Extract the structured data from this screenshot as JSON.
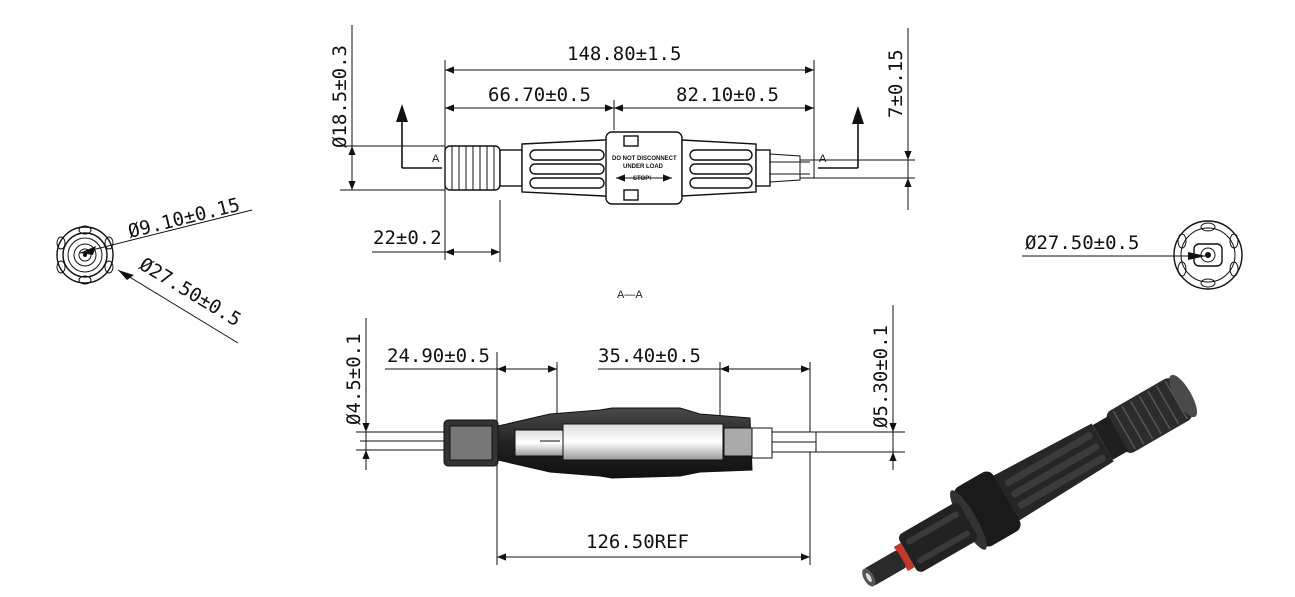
{
  "top_view": {
    "overall_length": "148.80±1.5",
    "left_length": "66.70±0.5",
    "right_length": "82.10±0.5",
    "diameter": "Ø18.5±0.3",
    "offset": "7±0.15",
    "nut_length": "22±0.2",
    "section_marker_left": "A",
    "section_marker_right": "A",
    "label_line1": "DO NOT DISCONNECT",
    "label_line2": "UNDER LOAD",
    "label_line3": "STOP!"
  },
  "left_end_view": {
    "inner_diameter": "Ø9.10±0.15",
    "outer_diameter": "Ø27.50±0.5"
  },
  "right_end_view": {
    "outer_diameter": "Ø27.50±0.5"
  },
  "section_view": {
    "title": "A—A",
    "pin_diameter": "Ø4.5±0.1",
    "socket_diameter": "Ø5.30±0.1",
    "left_dim": "24.90±0.5",
    "right_dim": "35.40±0.5",
    "total_ref": "126.50REF"
  },
  "colors": {
    "line": "#111111",
    "body_dark": "#2b2b2b",
    "accent_ring": "#c0392b"
  }
}
